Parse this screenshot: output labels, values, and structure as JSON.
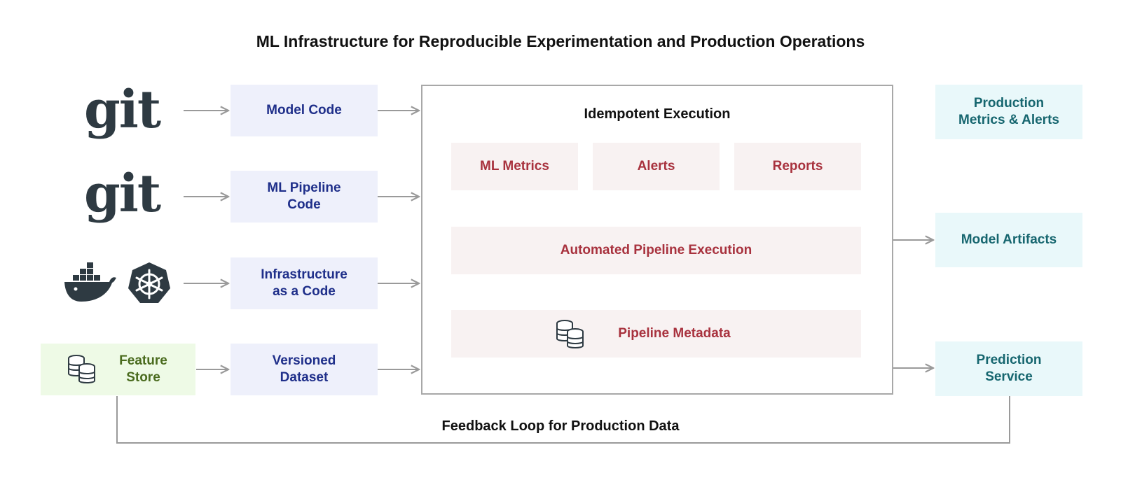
{
  "title": "ML Infrastructure for Reproducible Experimentation and Production Operations",
  "sources": {
    "git_logo_1": "git",
    "git_logo_2": "git",
    "model_code": "Model Code",
    "ml_pipeline_code": [
      "ML Pipeline",
      "Code"
    ],
    "infrastructure_code": [
      "Infrastructure",
      "as a Code"
    ],
    "versioned_dataset": [
      "Versioned",
      "Dataset"
    ],
    "feature_store": [
      "Feature",
      "Store"
    ]
  },
  "execution": {
    "title": "Idempotent Execution",
    "ml_metrics": "ML Metrics",
    "alerts": "Alerts",
    "reports": "Reports",
    "automated_pipeline": "Automated Pipeline Execution",
    "pipeline_metadata": "Pipeline Metadata"
  },
  "outputs": {
    "production_metrics": [
      "Production",
      "Metrics & Alerts"
    ],
    "model_artifacts": "Model Artifacts",
    "prediction_service": [
      "Prediction",
      "Service"
    ]
  },
  "feedback": "Feedback Loop for Production Data",
  "colors": {
    "arrow": "#9a9a9a",
    "source_text": "#1f2f8a",
    "inner_text": "#a8323e",
    "output_text": "#16666f",
    "feature_text": "#4a6b1e"
  },
  "icons": [
    "git-logo",
    "docker-icon",
    "kubernetes-icon",
    "database-icon"
  ]
}
